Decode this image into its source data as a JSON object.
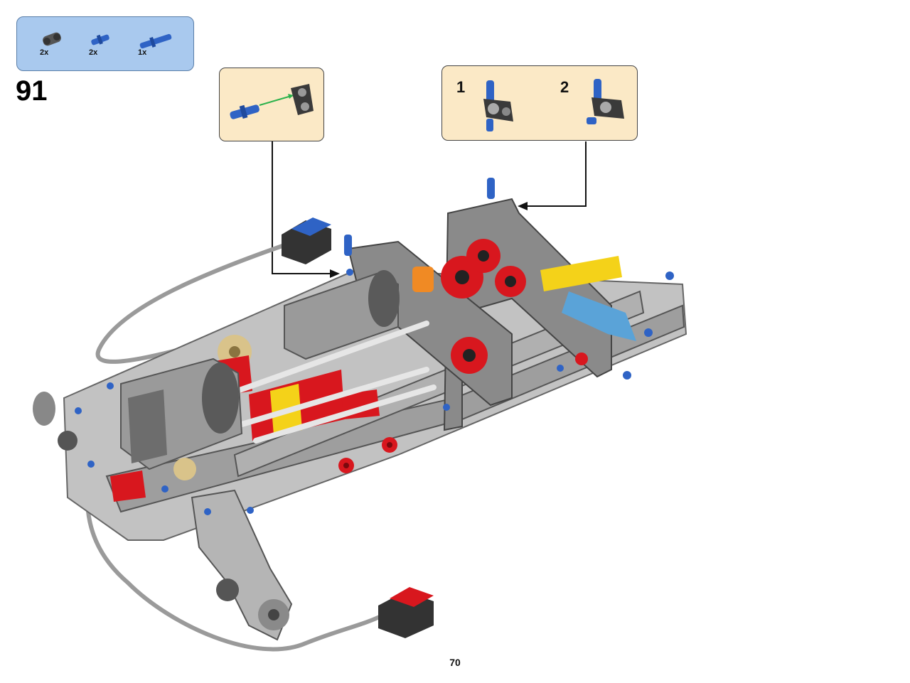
{
  "parts_list": [
    {
      "name": "axle-connector-icon",
      "qty": "2x"
    },
    {
      "name": "short-pin-icon",
      "qty": "2x"
    },
    {
      "name": "long-axle-pin-icon",
      "qty": "1x"
    }
  ],
  "step_number": "91",
  "callout_b": {
    "sub_steps": [
      "1",
      "2"
    ]
  },
  "page_number": "70",
  "colors": {
    "parts_bg": "#a9c9ee",
    "callout_bg": "#fbe9c6",
    "technic_blue": "#2f63c5",
    "technic_red": "#d8171e",
    "technic_yellow": "#f4d219",
    "light_gray": "#b8b8b8",
    "dark_gray": "#6d6d6d",
    "tan": "#d9c38a",
    "orange": "#f08a24"
  }
}
